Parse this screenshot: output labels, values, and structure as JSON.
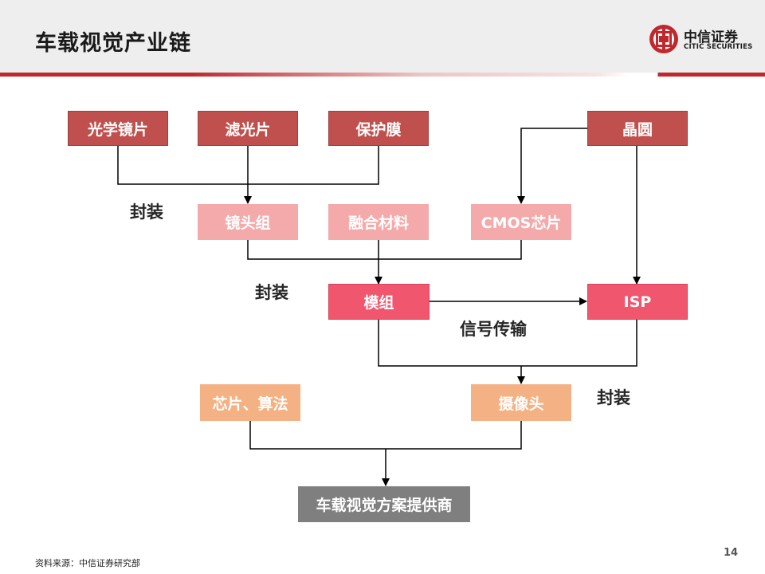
{
  "header": {
    "title": "车载视觉产业链",
    "logo_cn": "中信证券",
    "logo_en": "CITIC SECURITIES"
  },
  "diagram": {
    "nodes": {
      "optical_lens": "光学镜片",
      "filter": "滤光片",
      "protective_film": "保护膜",
      "wafer": "晶圆",
      "lens_group": "镜头组",
      "fusion_material": "融合材料",
      "cmos_chip": "CMOS芯片",
      "module": "模组",
      "isp": "ISP",
      "chip_algorithm": "芯片、算法",
      "camera": "摄像头",
      "provider": "车载视觉方案提供商"
    },
    "edge_labels": {
      "packaging_1": "封装",
      "packaging_2": "封装",
      "signal_transmission": "信号传输",
      "packaging_3": "封装"
    },
    "colors": {
      "raw_material": "#c0504d",
      "component": "#f4aaaa",
      "module": "#f0566e",
      "product": "#f4b183",
      "provider": "#7f7f7f"
    }
  },
  "footer": {
    "source": "资料来源：中信证券研究部",
    "page_number": "14"
  }
}
